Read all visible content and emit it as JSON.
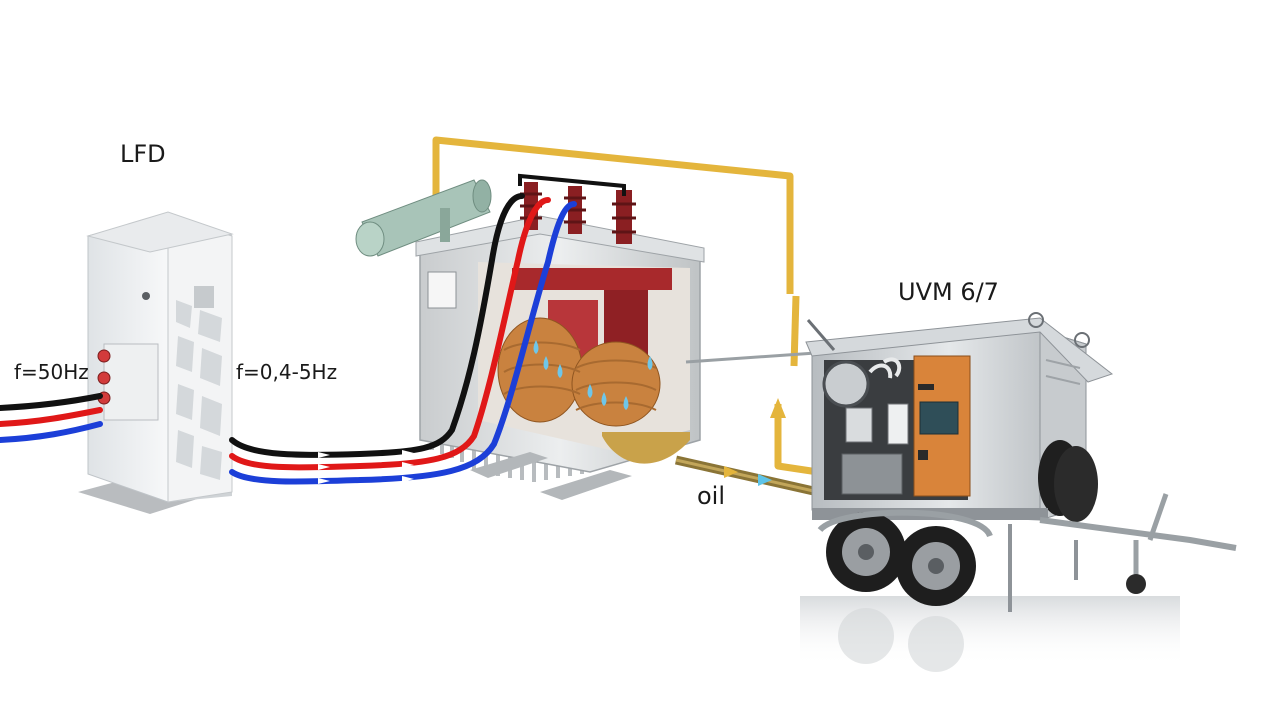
{
  "labels": {
    "lfd": "LFD",
    "input_frequency": "f=50Hz",
    "output_frequency": "f=0,4-5Hz",
    "oil": "oil",
    "uvm": "UVM 6/7"
  },
  "colors": {
    "phase_black": "#111111",
    "phase_red": "#e01818",
    "phase_blue": "#1c3fd8",
    "oil_loop": "#e4b53c",
    "oil_pipe": "#8a7436",
    "transformer_winding": "#c9823f",
    "transformer_core": "#a8292c",
    "water_drops": "#6fc6e8",
    "control_cabinet": "#d9843a"
  }
}
